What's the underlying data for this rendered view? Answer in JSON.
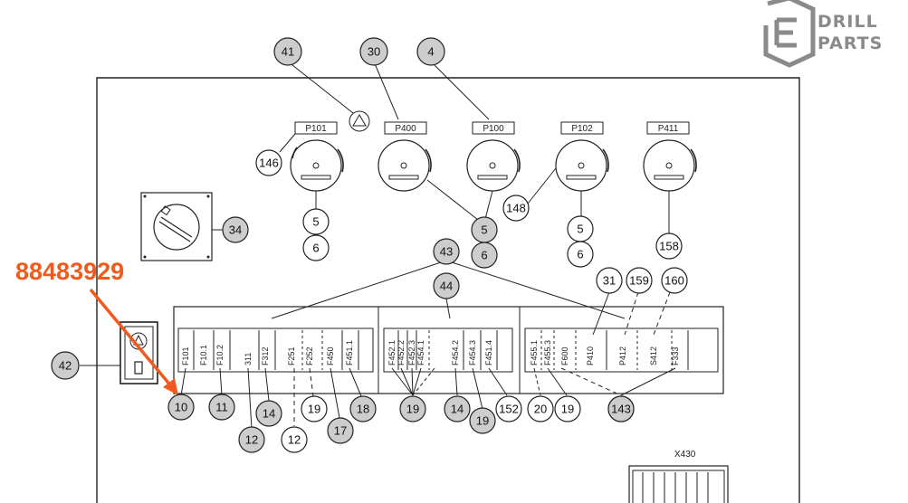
{
  "logo": {
    "line1": "DRILL",
    "line2": "PARTS"
  },
  "part_number": "88483929",
  "gauges": [
    {
      "label": "P101"
    },
    {
      "label": "P400"
    },
    {
      "label": "P100"
    },
    {
      "label": "P102"
    },
    {
      "label": "P411"
    }
  ],
  "connector_label": "X430",
  "components": [
    "F101",
    "F10.1",
    "F10.2",
    "311",
    "F312",
    "F251",
    "F252",
    "F450",
    "F451.1",
    "F452.1",
    "F452.2",
    "F452.3",
    "F454.1",
    "F454.2",
    "F454.3",
    "F451.4",
    "F455.1",
    "F455.3",
    "F600",
    "P410",
    "P412",
    "S412",
    "F333"
  ],
  "callouts": [
    "41",
    "30",
    "4",
    "146",
    "5",
    "6",
    "5",
    "6",
    "148",
    "5",
    "6",
    "158",
    "34",
    "43",
    "44",
    "31",
    "159",
    "160",
    "42",
    "10",
    "11",
    "12",
    "14",
    "12",
    "19",
    "17",
    "18",
    "19",
    "14",
    "19",
    "152",
    "20",
    "19",
    "143",
    "143"
  ]
}
